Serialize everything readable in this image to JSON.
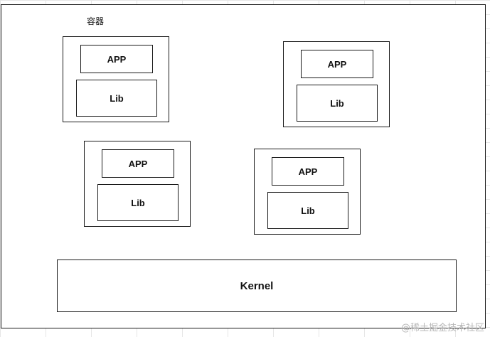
{
  "container_label": "容器",
  "containers": [
    {
      "app": "APP",
      "lib": "Lib"
    },
    {
      "app": "APP",
      "lib": "Lib"
    },
    {
      "app": "APP",
      "lib": "Lib"
    },
    {
      "app": "APP",
      "lib": "Lib"
    }
  ],
  "kernel_label": "Kernel",
  "watermark": "@稀土掘金技术社区"
}
